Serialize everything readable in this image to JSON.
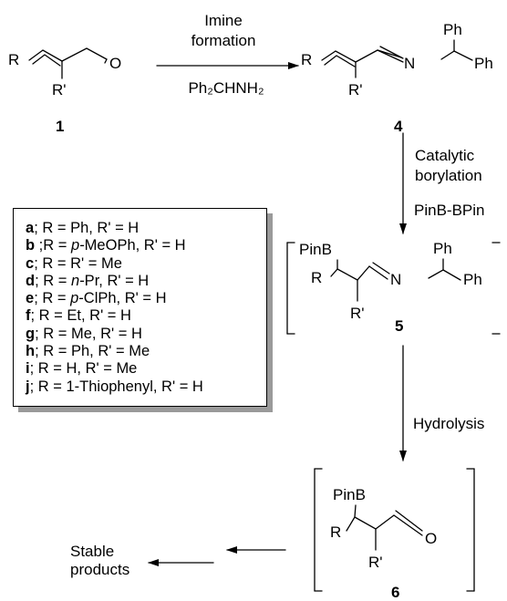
{
  "step1": {
    "line1": "Imine",
    "line2": "formation",
    "reagent": "Ph₂CHNH₂"
  },
  "step2": {
    "line1": "Catalytic",
    "line2": "borylation",
    "reagent": "PinB-BPin"
  },
  "step3": {
    "label": "Hydrolysis"
  },
  "compounds": {
    "c1": "1",
    "c4": "4",
    "c5": "5",
    "c6": "6"
  },
  "atoms": {
    "R": "R",
    "Rp": "R'",
    "O": "O",
    "N": "N",
    "Ph": "Ph",
    "PinB": "PinB"
  },
  "final_text": {
    "line1": "Stable",
    "line2": "products"
  },
  "legend": [
    {
      "key": "a",
      "sep": "; ",
      "parts": [
        [
          "R = Ph, R' = H",
          false
        ]
      ]
    },
    {
      "key": "b",
      "sep": " ;",
      "parts": [
        [
          "R = ",
          false
        ],
        [
          "p",
          true
        ],
        [
          "-MeOPh, R' = H",
          false
        ]
      ]
    },
    {
      "key": "c",
      "sep": "; ",
      "parts": [
        [
          "R = R' = Me",
          false
        ]
      ]
    },
    {
      "key": "d",
      "sep": "; ",
      "parts": [
        [
          "R = ",
          false
        ],
        [
          "n",
          true
        ],
        [
          "-Pr, R' = H",
          false
        ]
      ]
    },
    {
      "key": "e",
      "sep": "; ",
      "parts": [
        [
          "R = ",
          false
        ],
        [
          "p",
          true
        ],
        [
          "-ClPh, R' = H",
          false
        ]
      ]
    },
    {
      "key": "f",
      "sep": "; ",
      "parts": [
        [
          "R = Et, R' = H",
          false
        ]
      ]
    },
    {
      "key": "g",
      "sep": "; ",
      "parts": [
        [
          "R = Me, R' = H",
          false
        ]
      ]
    },
    {
      "key": "h",
      "sep": "; ",
      "parts": [
        [
          "R = Ph, R' = Me",
          false
        ]
      ]
    },
    {
      "key": "i",
      "sep": "; ",
      "parts": [
        [
          "R = H, R' = Me",
          false
        ]
      ]
    },
    {
      "key": "j",
      "sep": "; ",
      "parts": [
        [
          "R = 1-Thiophenyl, R' = H",
          false
        ]
      ]
    }
  ]
}
